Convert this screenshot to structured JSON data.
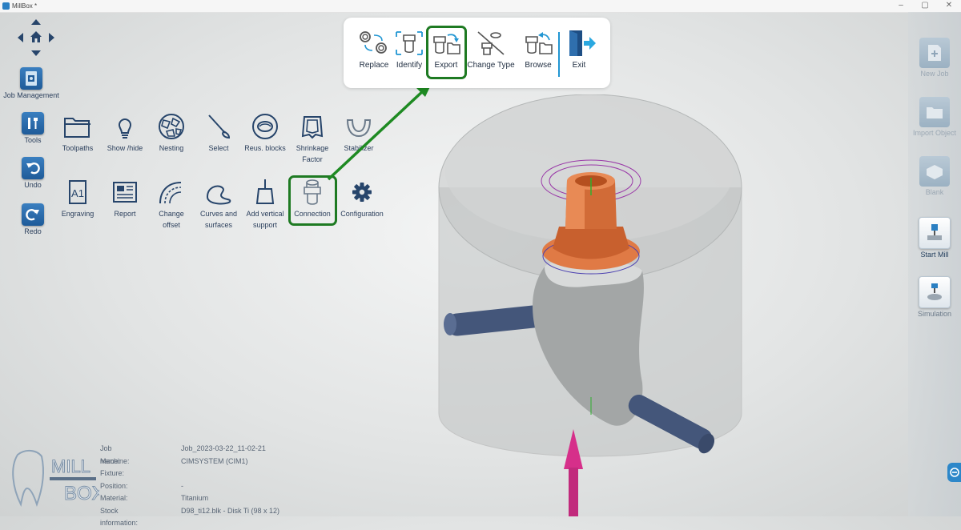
{
  "window": {
    "title": "MillBox *",
    "minimize": "–",
    "maximize": "▢",
    "close": "✕"
  },
  "left_buttons": {
    "job_management": "Job Management",
    "tools": "Tools",
    "undo": "Undo",
    "redo": "Redo"
  },
  "tools_row1": [
    {
      "label": "Toolpaths"
    },
    {
      "label": "Show /hide"
    },
    {
      "label": "Nesting"
    },
    {
      "label": "Select"
    },
    {
      "label": "Reus. blocks"
    },
    {
      "label": "Shrinkage",
      "label2": "Factor"
    },
    {
      "label": "Stabilizer"
    }
  ],
  "tools_row2": [
    {
      "label": "Engraving"
    },
    {
      "label": "Report"
    },
    {
      "label": "Change",
      "label2": "offset"
    },
    {
      "label": "Curves and",
      "label2": "surfaces"
    },
    {
      "label": "Add vertical",
      "label2": "support"
    },
    {
      "label": "Connection"
    },
    {
      "label": "Configuration"
    }
  ],
  "popup": {
    "items": [
      "Replace",
      "Identify",
      "Export",
      "Change Type",
      "Browse",
      "Exit"
    ]
  },
  "right_buttons": [
    {
      "label": "New Job",
      "state": "disabled"
    },
    {
      "label": "Import Object",
      "state": "disabled"
    },
    {
      "label": "Blank",
      "state": "disabled"
    },
    {
      "label": "Start Mill",
      "state": "enabled"
    },
    {
      "label": "Simulation",
      "state": "enabled"
    }
  ],
  "job_info": {
    "job_name_label": "Job name:",
    "job_name": "Job_2023-03-22_11-02-21",
    "machine_label": "Machine:",
    "machine": "CIMSYSTEM (CIM1)",
    "fixture_label": "Fixture:",
    "fixture": "",
    "position_label": "Position:",
    "position": "-",
    "material_label": "Material:",
    "material": "Titanium",
    "stock_label": "Stock information:",
    "stock": "D98_ti12.blk - Disk Ti (98 x 12)"
  },
  "logo": {
    "line1": "MILL",
    "line2": "BOX"
  },
  "colors": {
    "accent_blue": "#2a7fc2",
    "highlight_green": "#1e7a22",
    "part_orange": "#e07a45",
    "support_blue": "#44567a",
    "axis_arrow": "#d62f8a"
  }
}
